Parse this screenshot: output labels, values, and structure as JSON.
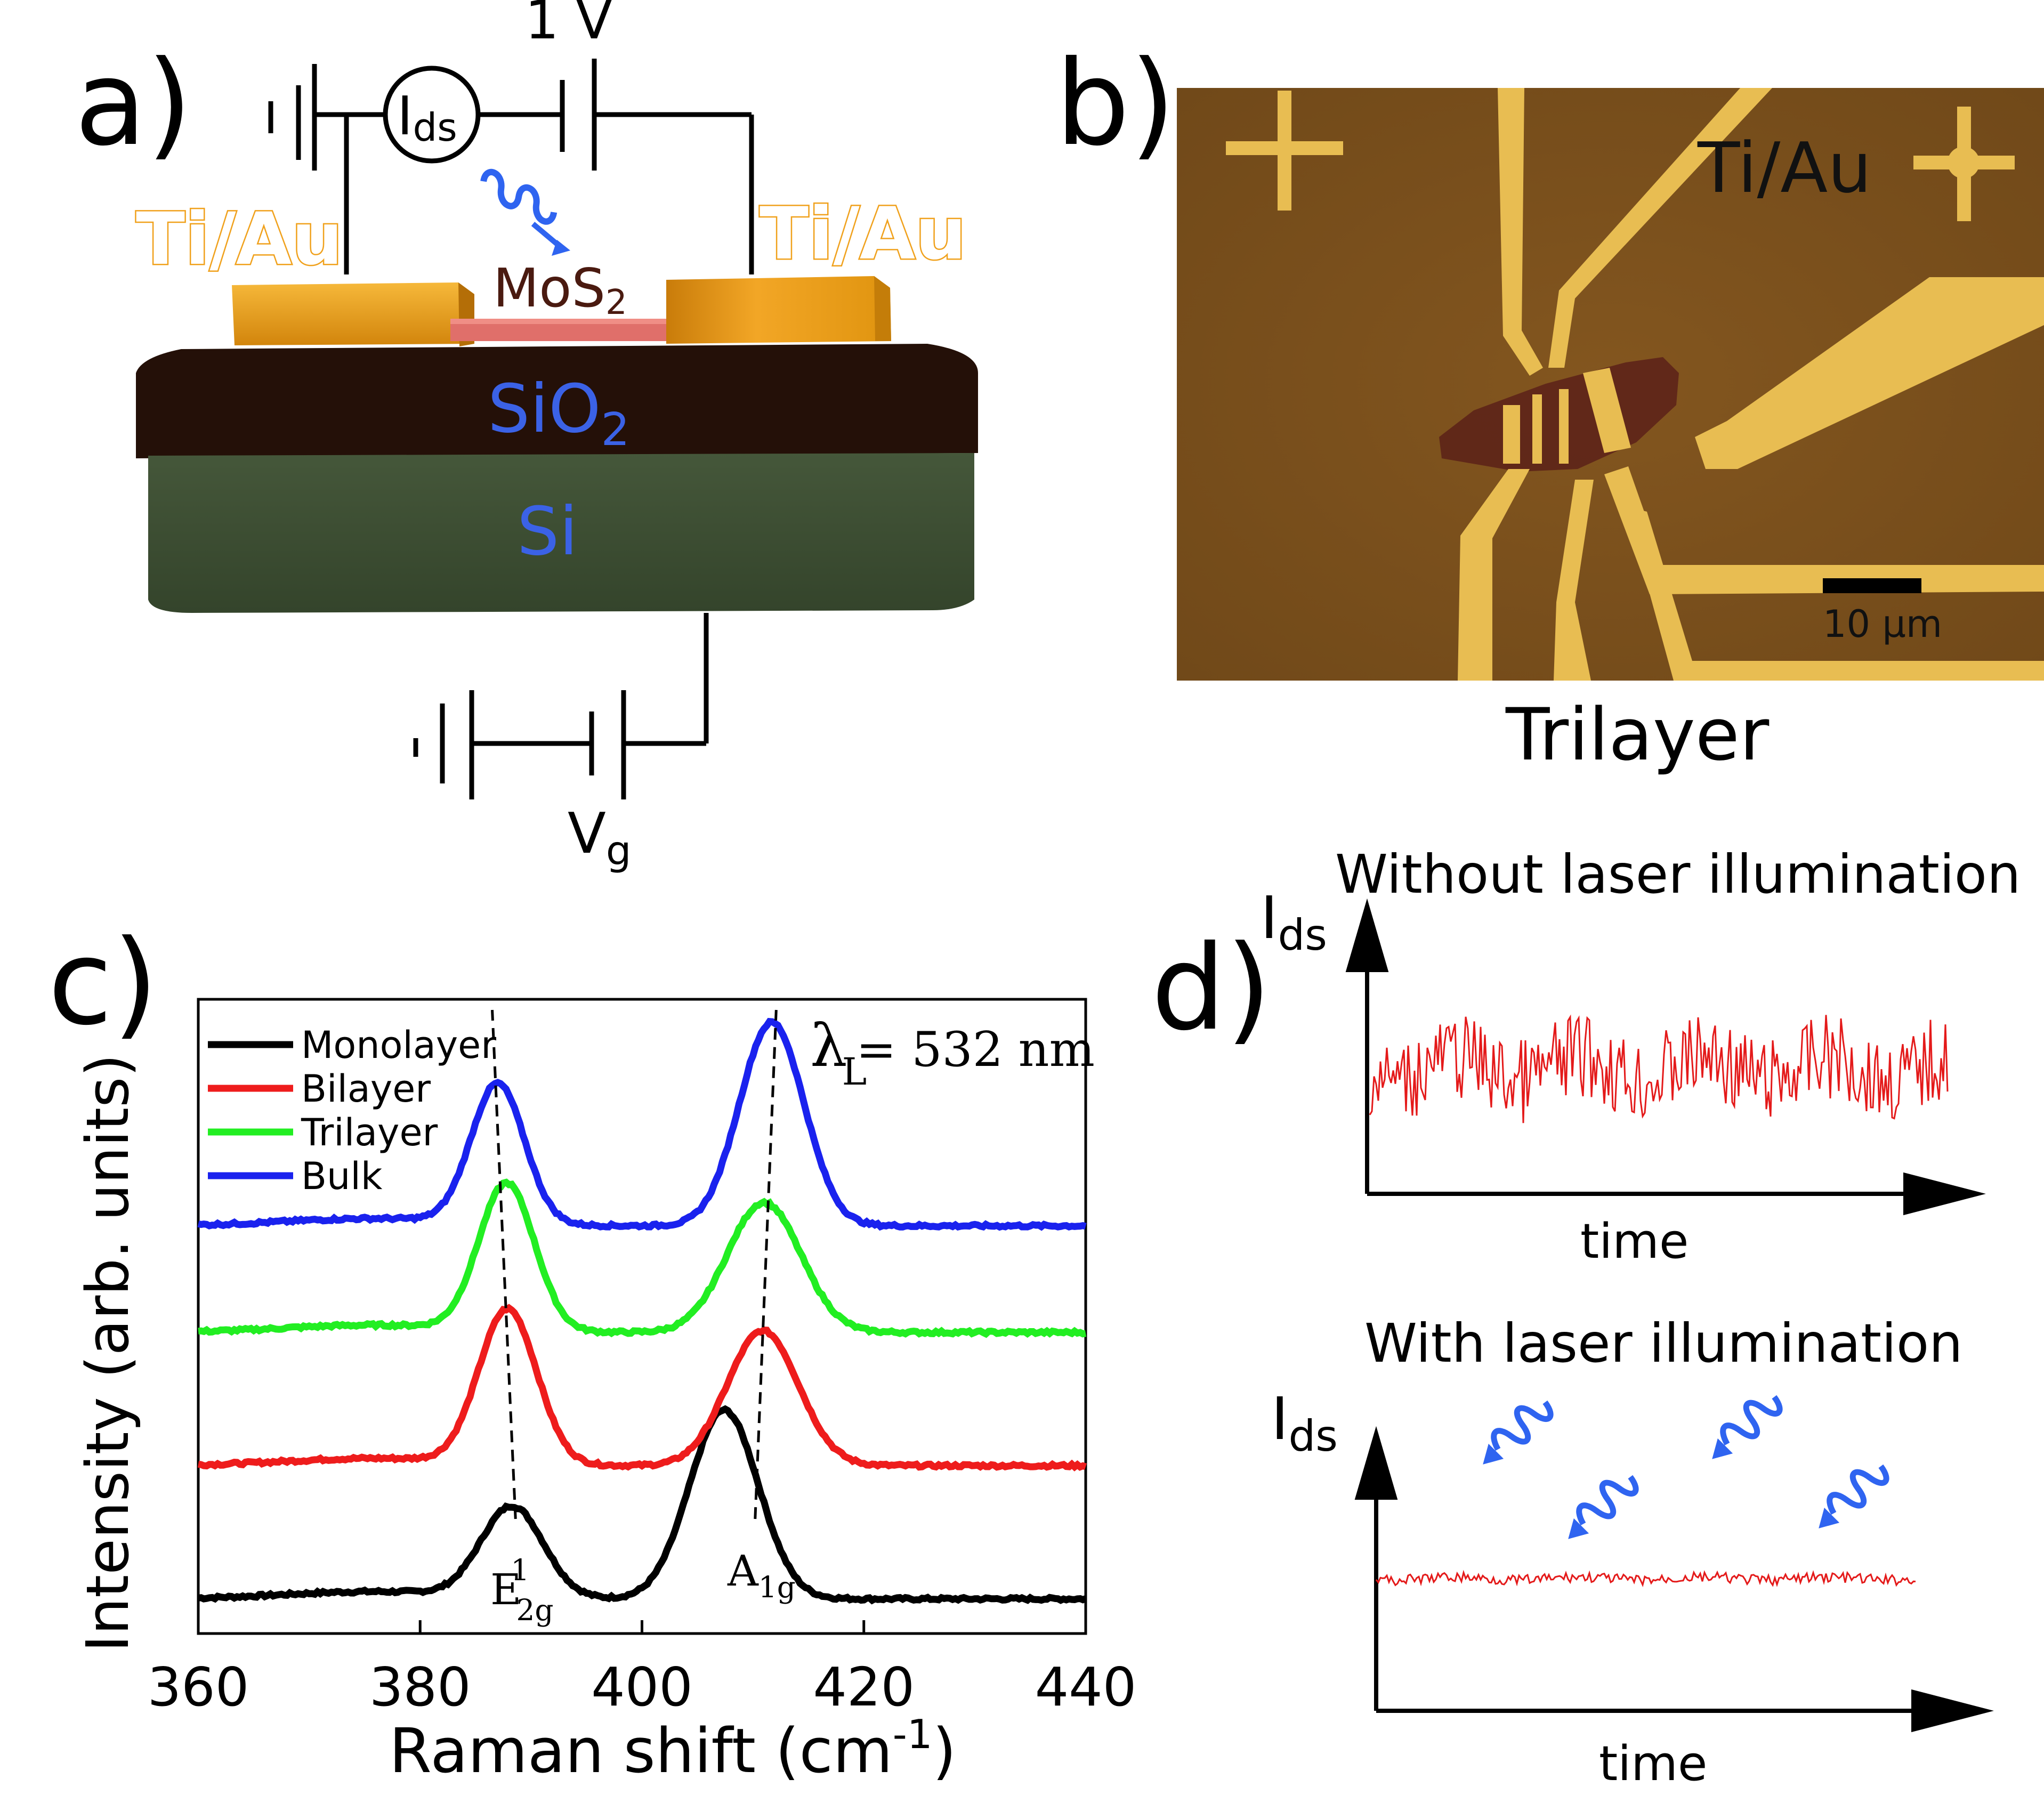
{
  "panel_a": {
    "label": "a)",
    "voltage": "1 V",
    "ids_meter": "I",
    "ids_meter_sub": "ds",
    "contact_left": "Ti/Au",
    "contact_right": "Ti/Au",
    "channel": "MoS",
    "channel_sub": "2",
    "oxide": "SiO",
    "oxide_sub": "2",
    "substrate": "Si",
    "gate": "V",
    "gate_sub": "g",
    "colors": {
      "gold": "#f0a11c",
      "mos2": "#e06f6a",
      "sio2": "#241008",
      "si": "#3b4c31",
      "text_blue": "#3b62e6",
      "photon": "#2f64f0"
    }
  },
  "panel_b": {
    "label": "b)",
    "metal": "Ti/Au",
    "scalebar": "10 μm",
    "caption": "Trilayer",
    "colors": {
      "background": "#7b4f1d",
      "electrode": "#e8bd52",
      "flake": "#5d2418"
    }
  },
  "panel_c": {
    "label": "c)",
    "wavelength_symbol": "λ",
    "wavelength_sub": "L",
    "wavelength_value": "= 532 nm",
    "peak_left": "E",
    "peak_left_sup": "1",
    "peak_left_sub": "2g",
    "peak_right": "A",
    "peak_right_sub": "1g"
  },
  "chart_data": {
    "type": "line",
    "xlabel": "Raman shift (cm",
    "xlabel_sup": "-1",
    "xlabel_end": ")",
    "ylabel": "Intensity (arb. units)",
    "xlim": [
      360,
      440
    ],
    "xticks": [
      "360",
      "380",
      "400",
      "420",
      "440"
    ],
    "series": [
      {
        "name": "Monolayer",
        "color": "#000000",
        "offset": 0.0,
        "peak1": {
          "center": 388.3,
          "height": 0.37,
          "width": 2.8
        },
        "peak2": {
          "center": 407.4,
          "height": 0.77,
          "width": 3.1
        }
      },
      {
        "name": "Bilayer",
        "color": "#ee1c1c",
        "offset": 0.55,
        "peak1": {
          "center": 387.9,
          "height": 0.63,
          "width": 2.6
        },
        "peak2": {
          "center": 410.9,
          "height": 0.55,
          "width": 3.2
        }
      },
      {
        "name": "Trilayer",
        "color": "#22ee22",
        "offset": 1.05,
        "peak1": {
          "center": 387.8,
          "height": 0.6,
          "width": 2.5
        },
        "peak2": {
          "center": 411.0,
          "height": 0.53,
          "width": 3.3
        }
      },
      {
        "name": "Bulk",
        "color": "#1a22ee",
        "offset": 1.48,
        "peak1": {
          "center": 387.0,
          "height": 0.57,
          "width": 2.4
        },
        "peak2": {
          "center": 411.7,
          "height": 0.83,
          "width": 2.9
        }
      }
    ],
    "guides": [
      {
        "x_bottom": 388.6,
        "x_top": 386.5
      },
      {
        "x_bottom": 410.2,
        "x_top": 412.1
      }
    ]
  },
  "panel_d": {
    "label": "d)",
    "top_title": "Without laser illumination",
    "bottom_title": "With laser illumination",
    "yaxis": "I",
    "yaxis_sub": "ds",
    "xaxis": "time",
    "trace_color": "#e41a1a",
    "noise_without": 1.0,
    "noise_with": 0.12
  }
}
